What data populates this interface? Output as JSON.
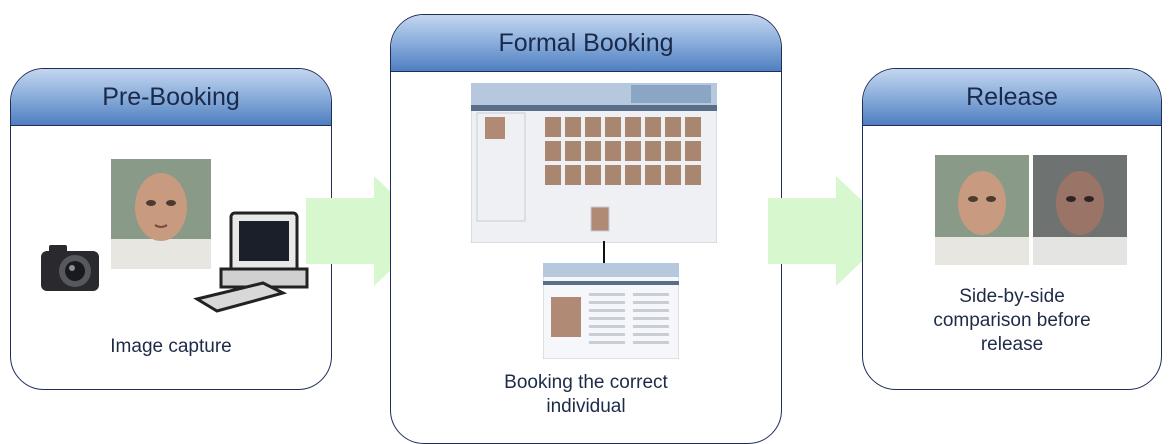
{
  "stages": [
    {
      "title": "Pre-Booking",
      "caption": "Image capture"
    },
    {
      "title": "Formal Booking",
      "caption_line1": "Booking the correct",
      "caption_line2": "individual"
    },
    {
      "title": "Release",
      "caption_line1": "Side-by-side",
      "caption_line2": "comparison before",
      "caption_line3": "release"
    }
  ],
  "colors": {
    "border": "#1f2d5c",
    "header": "#6b95cf",
    "arrow": "#d7f7cf",
    "text": "#1d2b48"
  },
  "icons": [
    "camera-icon",
    "computer-icon",
    "mugshot-photo",
    "website-screenshot",
    "down-arrow-icon"
  ]
}
